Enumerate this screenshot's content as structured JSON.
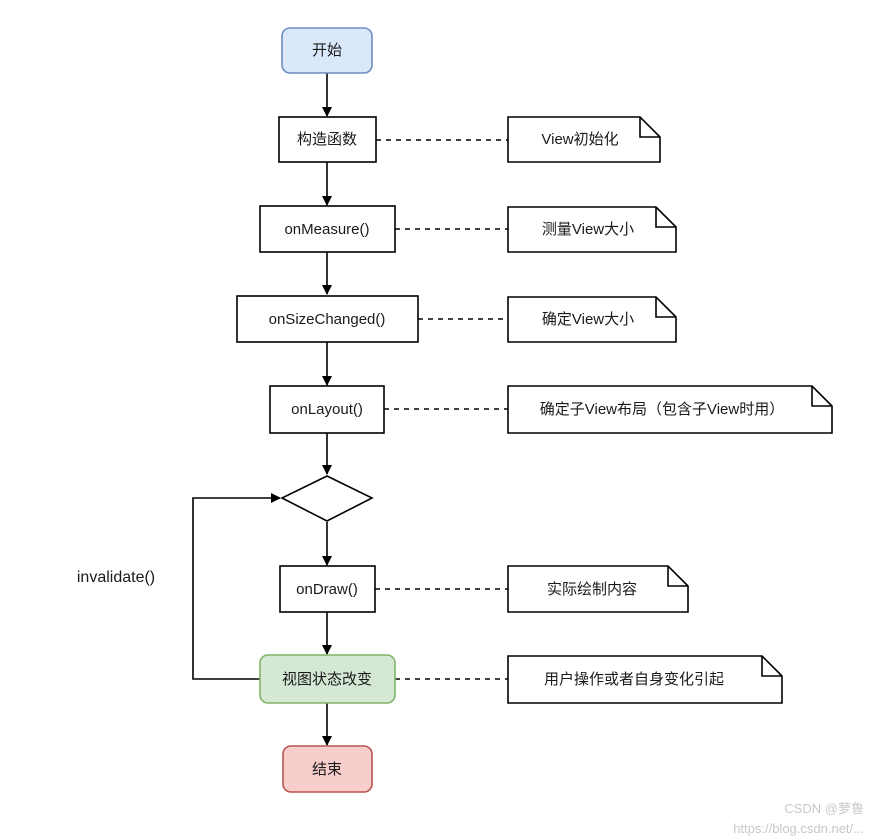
{
  "diagram": {
    "nodes": {
      "start": "开始",
      "constructor": "构造函数",
      "on_measure": "onMeasure()",
      "on_size_changed": "onSizeChanged()",
      "on_layout": "onLayout()",
      "decision": "",
      "on_draw": "onDraw()",
      "state_change": "视图状态改变",
      "end": "结束"
    },
    "notes": {
      "constructor": "View初始化",
      "on_measure": "测量View大小",
      "on_size_changed": "确定View大小",
      "on_layout": "确定子View布局（包含子View时用）",
      "on_draw": "实际绘制内容",
      "state_change": "用户操作或者自身变化引起"
    },
    "loop_label": "invalidate()",
    "colors": {
      "start_fill": "#dae8fc",
      "start_stroke": "#6c8ebf",
      "state_fill": "#d5e8d4",
      "state_stroke": "#82b366",
      "end_fill": "#f8cecc",
      "end_stroke": "#b85450",
      "line": "#000000"
    }
  },
  "watermark": {
    "credit": "CSDN @萝鲁",
    "url": "https://blog.csdn.net/..."
  }
}
